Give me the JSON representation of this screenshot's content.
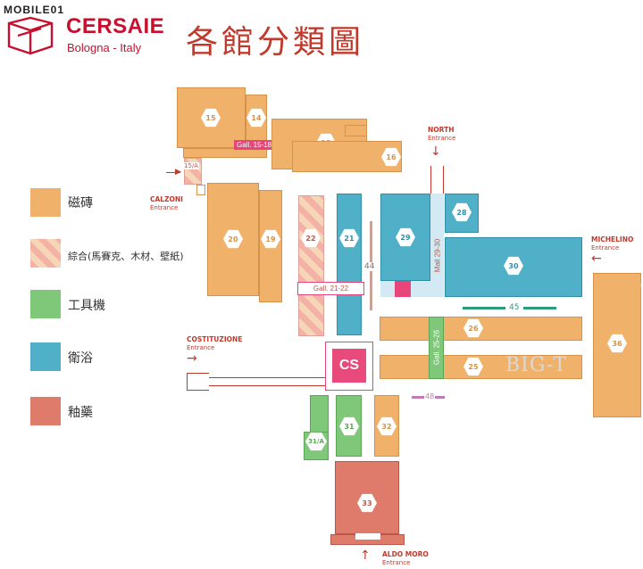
{
  "watermark": {
    "site": "MOBILE01",
    "overlay": "BIG-T"
  },
  "brand": {
    "name": "CERSAIE",
    "location": "Bologna - Italy",
    "logo_color": "#c8102e"
  },
  "title": "各館分類圖",
  "legend": [
    {
      "label": "磁磚",
      "color": "#f0b26b"
    },
    {
      "label": "綜合(馬賽克、木材、壁紙)",
      "color": "#f4b2a6"
    },
    {
      "label": "工具機",
      "color": "#7fc87a"
    },
    {
      "label": "衛浴",
      "color": "#4fb0c8"
    },
    {
      "label": "釉藥",
      "color": "#de7b6b"
    }
  ],
  "halls": {
    "h15": "15",
    "h14": "14",
    "h18": "18",
    "h16": "16",
    "h15a": "15/A",
    "h20": "20",
    "h19": "19",
    "h22": "22",
    "h21": "21",
    "h29": "29",
    "h28": "28",
    "h30": "30",
    "h26": "26",
    "h25": "25",
    "h36": "36",
    "h31a": "31/A",
    "h31": "31",
    "h32": "32",
    "h33": "33",
    "cs": "CS"
  },
  "galleries": {
    "g1518": "Gall. 15-18",
    "g2122": "Gall. 21-22",
    "g2526": "Gall. 25-26",
    "m2930": "Mall 29-30",
    "c44": "44",
    "c45": "45",
    "c48": "48"
  },
  "entrances": {
    "north": {
      "name": "NORTH",
      "sub": "Entrance"
    },
    "calzoni": {
      "name": "CALZONI",
      "sub": "Entrance"
    },
    "michelino": {
      "name": "MICHELINO",
      "sub": "Entrance"
    },
    "costituzione": {
      "name": "COSTITUZIONE",
      "sub": "Entrance"
    },
    "aldo_moro": {
      "name": "ALDO MORO",
      "sub": "Entrance"
    }
  },
  "colors": {
    "tile": "#f0b26b",
    "mixed": "#f4b2a6",
    "tools": "#7fc87a",
    "bath": "#4fb0c8",
    "glaze": "#de7b6b",
    "accent": "#e8457a",
    "corridor": "#2e9a7c",
    "corridor48": "#c27ab8"
  }
}
